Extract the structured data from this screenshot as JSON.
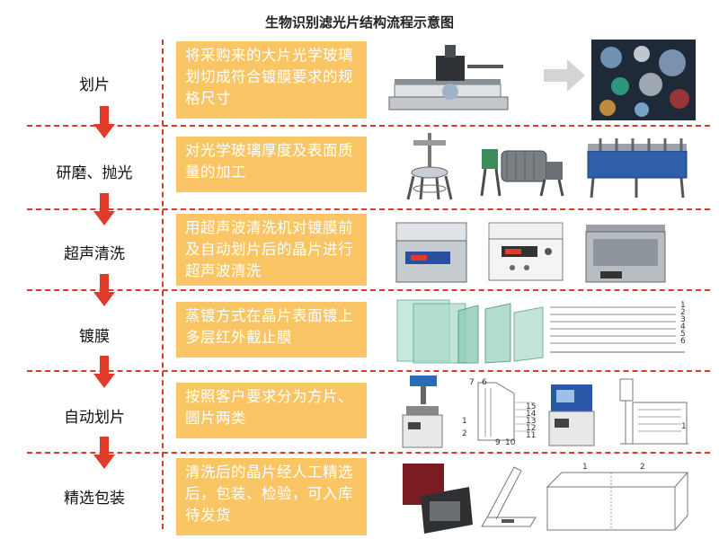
{
  "title": "生物识别滤光片结构流程示意图",
  "colors": {
    "divider": "#d93a2b",
    "arrow": "#e03a2a",
    "desc_bg": "#fac564",
    "desc_text": "#ffffff"
  },
  "steps": [
    {
      "label": "划片",
      "description": "将采购来的大片光学玻璃划切成符合镀膜要求的规格尺寸"
    },
    {
      "label": "研磨、抛光",
      "description": "对光学玻璃厚度及表面质量的加工"
    },
    {
      "label": "超声清洗",
      "description": "用超声波清洗机对镀膜前及自动划片后的晶片进行超声波清洗"
    },
    {
      "label": "镀膜",
      "description": "蒸镀方式在晶片表面镀上多层红外截止膜"
    },
    {
      "label": "自动划片",
      "description": "按照客户要求分为方片、圆片两类"
    },
    {
      "label": "精选包装",
      "description": "清洗后的晶片经人工精选后，包装、检验，可入库待发货"
    }
  ],
  "drawing_labels": {
    "diagram_1": [
      "7",
      "6",
      "15",
      "14",
      "13",
      "12",
      "11",
      "9",
      "10",
      "1",
      "2"
    ],
    "diagram_2": [
      "1"
    ],
    "film_diagram": [
      "1",
      "2",
      "3",
      "4",
      "5",
      "6"
    ],
    "box_diagram": [
      "1",
      "2"
    ]
  },
  "icons": [
    "cutting-machine",
    "arrow-right",
    "glass-pieces",
    "polishing-stand",
    "roller-machine",
    "polishing-line",
    "ultrasonic-cleaner",
    "glass-plates",
    "laser-cutter",
    "packaging-box"
  ]
}
